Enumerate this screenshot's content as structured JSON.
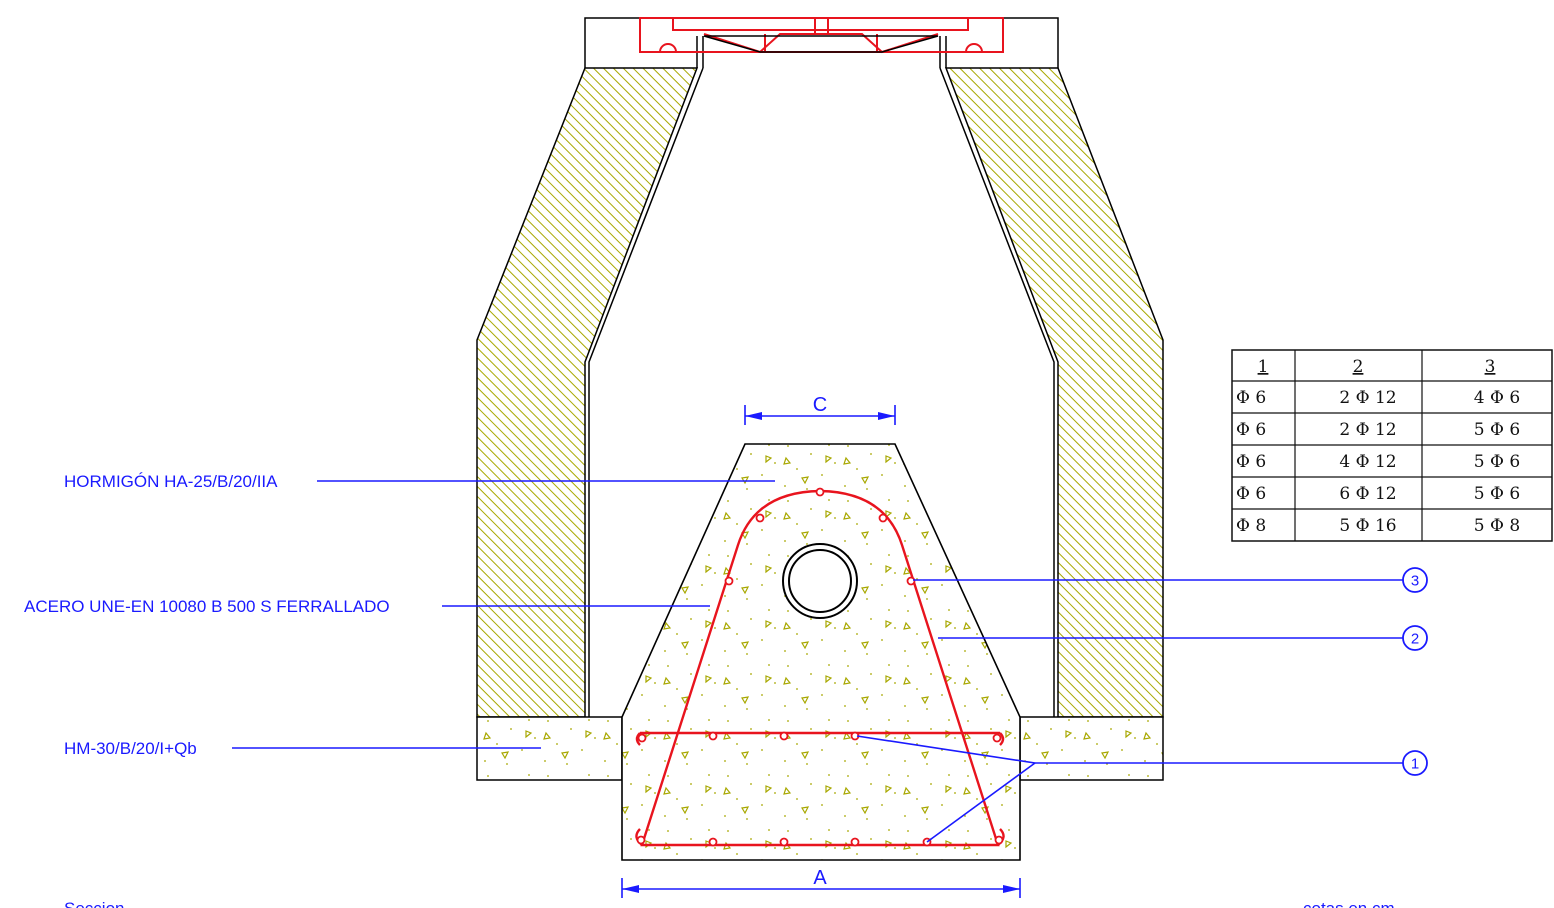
{
  "labels": {
    "concrete": "HORMIGÓN HA-25/B/20/IIA",
    "steel": "ACERO UNE-EN 10080 B 500 S FERRALLADO",
    "base": "HM-30/B/20/I+Qb",
    "section": "Seccion",
    "units": "cotas en cm"
  },
  "dimensions": {
    "a": "A",
    "c": "C"
  },
  "markers": [
    "1",
    "2",
    "3"
  ],
  "table": {
    "headers": [
      "1",
      "2",
      "3"
    ],
    "rows": [
      [
        "Φ 6",
        "2 Φ 12",
        "4 Φ 6"
      ],
      [
        "Φ 6",
        "2 Φ 12",
        "5 Φ 6"
      ],
      [
        "Φ 6",
        "4 Φ 12",
        "5 Φ 6"
      ],
      [
        "Φ 6",
        "6 Φ 12",
        "5 Φ 6"
      ],
      [
        "Φ 8",
        "5 Φ 16",
        "5 Φ 8"
      ]
    ]
  },
  "colors": {
    "annotation": "#1a1aff",
    "rebar": "#e8141e",
    "hatch": "#a8a800",
    "outline": "#000000"
  }
}
